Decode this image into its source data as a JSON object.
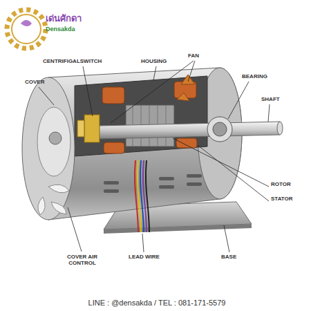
{
  "diagram": {
    "labels": [
      "เด่นศักดา",
      "Densakda",
      "CENTRIFIGALSWITCH",
      "HOUSING",
      "FAN",
      "BEARING",
      "COVER",
      "SHAFT",
      "ROTOR",
      "STATOR",
      "COVER AIR CONTROL",
      "LEAD WIRE",
      "BASE",
      "LINE : @densakda / TEL : 081-171-5579"
    ]
  }
}
